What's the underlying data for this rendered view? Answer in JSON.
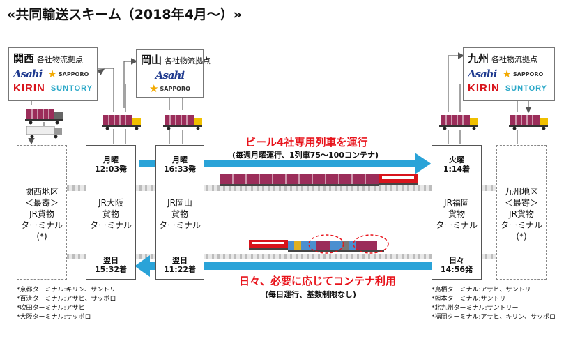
{
  "title": "«共同輸送スキーム（2018年4月～）»",
  "hubs": {
    "kansai": {
      "region": "関西",
      "sub": "各社物流拠点"
    },
    "okayama": {
      "region": "岡山",
      "sub": "各社物流拠点"
    },
    "kyushu": {
      "region": "九州",
      "sub": "各社物流拠点"
    }
  },
  "brands": {
    "asahi": "Asahi",
    "sapporo": "SAPPORO",
    "kirin": "KIRIN",
    "suntory": "SUNTORY"
  },
  "banners": {
    "outbound_main": "ビール4社専用列車を運行",
    "outbound_sub": "(毎週月曜運行、1列車75～100コンテナ)",
    "return_main": "日々、必要に応じてコンテナ利用",
    "return_sub": "(毎日運行、基数制限なし)"
  },
  "terminals": {
    "kansai_area": {
      "lines": [
        "関西地区",
        "＜最寄＞",
        "JR貨物",
        "ターミナル",
        "(*)"
      ]
    },
    "osaka": {
      "lines": [
        "JR大阪",
        "貨物",
        "ターミナル"
      ],
      "dep_day": "月曜",
      "dep_time": "12:03発",
      "arr_day": "翌日",
      "arr_time": "15:32着"
    },
    "okayama": {
      "lines": [
        "JR岡山",
        "貨物",
        "ターミナル"
      ],
      "dep_day": "月曜",
      "dep_time": "16:33発",
      "arr_day": "翌日",
      "arr_time": "11:22着"
    },
    "fukuoka": {
      "lines": [
        "JR福岡",
        "貨物",
        "ターミナル"
      ],
      "arr_day": "火曜",
      "arr_time": "1:14着",
      "dep_day": "日々",
      "dep_time": "14:56発"
    },
    "kyushu_area": {
      "lines": [
        "九州地区",
        "＜最寄＞",
        "JR貨物",
        "ターミナル",
        "(*)"
      ]
    }
  },
  "footnotes": {
    "left": [
      "*京都ターミナル:キリン、サントリー",
      "*百済ターミナル:アサヒ、サッポロ",
      "*吹田ターミナル:アサヒ",
      "*大阪ターミナル:サッポロ"
    ],
    "right": [
      "*鳥栖ターミナル:アサヒ、サントリー",
      "*熊本ターミナル:サントリー",
      "*北九州ターミナル:サントリー",
      "*福岡ターミナル:アサヒ、キリン、サッポロ"
    ]
  },
  "colors": {
    "arrow": "#2aa3d8",
    "accent_red": "#e8141c",
    "container": "#9b2d5a",
    "track": "#cfcfcf"
  }
}
